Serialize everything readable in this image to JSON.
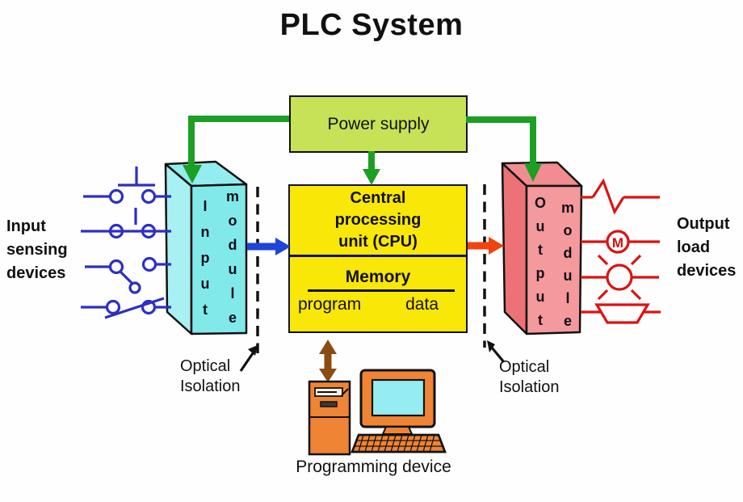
{
  "title": "PLC System",
  "power_supply": {
    "label": "Power supply"
  },
  "cpu": {
    "line1": "Central",
    "line2": "processing",
    "line3": "unit (CPU)",
    "memory": "Memory",
    "program": "program",
    "data": "data"
  },
  "input_module": {
    "word1": "Input",
    "word2": "module"
  },
  "output_module": {
    "word1": "Output",
    "word2": "module"
  },
  "input_devices": {
    "label": "Input sensing devices"
  },
  "output_devices": {
    "label": "Output load devices",
    "motor_letter": "M"
  },
  "optical_isolation_left": {
    "label": "Optical Isolation"
  },
  "optical_isolation_right": {
    "label": "Optical Isolation"
  },
  "programming_device": {
    "label": "Programming device"
  },
  "colors": {
    "power_supply_fill": "#c7e257",
    "cpu_fill": "#f9e707",
    "input_module_fill": "#82e9ea",
    "output_module_fill": "#f4999c",
    "power_arrow_green": "#1d9e24",
    "input_wire_blue": "#2c2fc4",
    "input_arrow_blue": "#1f45d8",
    "output_wire_red": "#dc1212",
    "output_arrow_orange": "#f1430e",
    "programming_arrow_brown": "#8b4c12",
    "computer_orange": "#ef8434",
    "screen_cyan": "#96edf1"
  }
}
